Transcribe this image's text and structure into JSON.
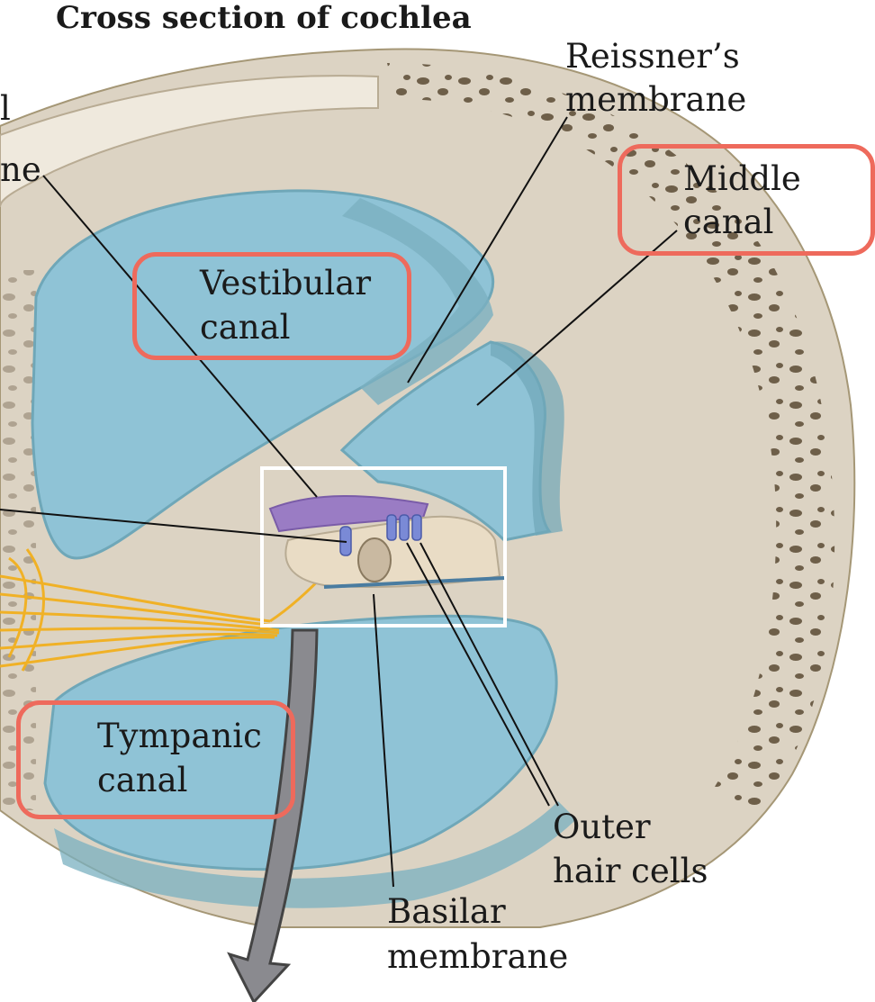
{
  "title": "Cross section of cochlea",
  "labels": {
    "reissner_line1": "Reissner’s",
    "reissner_line2": "membrane",
    "middle_line1": "Middle",
    "middle_line2": "canal",
    "vestibular_line1": "Vestibular",
    "vestibular_line2": "canal",
    "tympanic_line1": "Tympanic",
    "tympanic_line2": "canal",
    "outer_line1": "Outer",
    "outer_line2": "hair cells",
    "basilar_line1": "Basilar",
    "basilar_line2": "membrane",
    "cut_line1": "l",
    "cut_line2": "ne"
  },
  "colors": {
    "fluid": "#8fc3d6",
    "fluid_dark": "#6fa7b8",
    "bone": "#dcd3c3",
    "bone_dark": "#b8ab93",
    "highlight": "#ee6a5c",
    "nerve": "#f2b01e",
    "tectorial": "#9a7cc4"
  }
}
